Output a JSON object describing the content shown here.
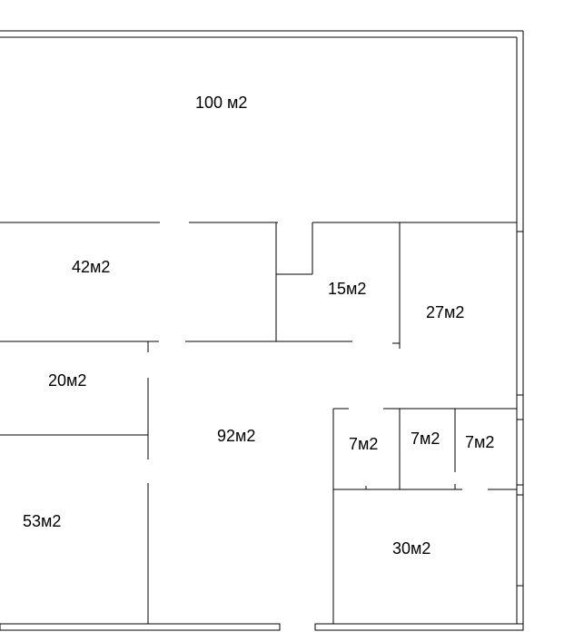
{
  "plan": {
    "rooms": [
      {
        "id": "room-100",
        "label": "100 м2"
      },
      {
        "id": "room-42",
        "label": "42м2"
      },
      {
        "id": "room-15",
        "label": "15м2"
      },
      {
        "id": "room-27",
        "label": "27м2"
      },
      {
        "id": "room-20",
        "label": "20м2"
      },
      {
        "id": "room-92",
        "label": "92м2"
      },
      {
        "id": "room-7a",
        "label": "7м2"
      },
      {
        "id": "room-7b",
        "label": "7м2"
      },
      {
        "id": "room-7c",
        "label": "7м2"
      },
      {
        "id": "room-53",
        "label": "53м2"
      },
      {
        "id": "room-30",
        "label": "30м2"
      }
    ]
  }
}
